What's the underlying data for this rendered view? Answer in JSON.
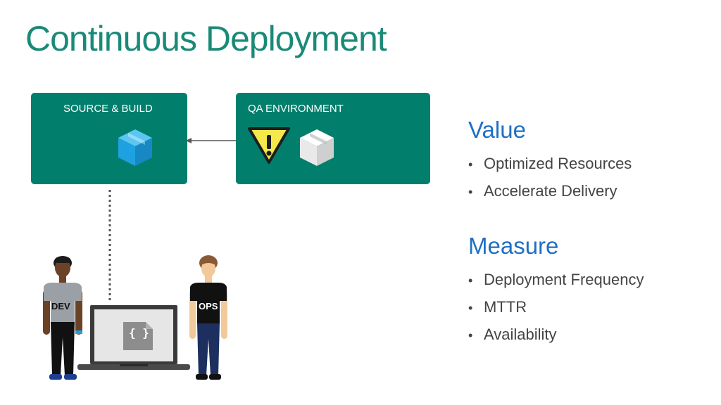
{
  "title": "Continuous Deployment",
  "colors": {
    "title": "#1a8a78",
    "box": "#027f6c",
    "heading": "#1f6fc5",
    "cube_blue": "#1ea1e1",
    "warning_fill": "#f4e84a"
  },
  "diagram": {
    "source_build": {
      "label": "SOURCE & BUILD",
      "icon": "cube-icon"
    },
    "qa_environment": {
      "label": "QA ENVIRONMENT",
      "icons": [
        "warning-icon",
        "cube-icon"
      ]
    },
    "dev_label": "DEV",
    "ops_label": "OPS",
    "laptop_icon": "code-braces-icon",
    "laptop_glyph": "{ }"
  },
  "value": {
    "heading": "Value",
    "items": [
      "Optimized Resources",
      "Accelerate Delivery"
    ]
  },
  "measure": {
    "heading": "Measure",
    "items": [
      "Deployment Frequency",
      "MTTR",
      "Availability"
    ]
  }
}
